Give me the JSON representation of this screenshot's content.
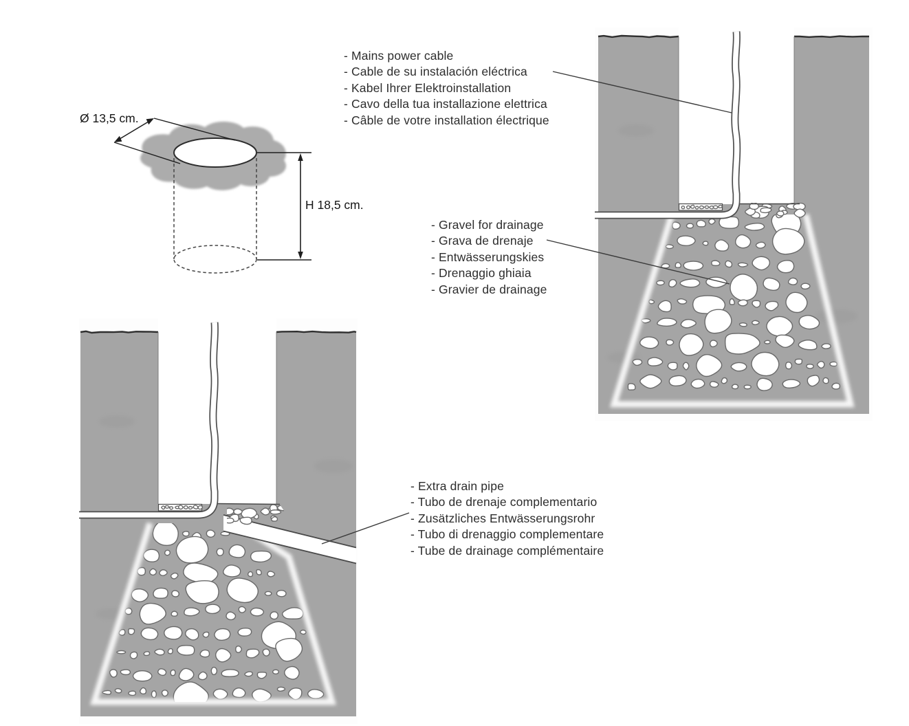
{
  "dimensions": {
    "diameter": "Ø 13,5 cm.",
    "height": "H 18,5 cm."
  },
  "labels": {
    "cable": [
      "- Mains power cable",
      "- Cable de su instalación eléctrica",
      "- Kabel Ihrer Elektroinstallation",
      "- Cavo della tua installazione elettrica",
      "- Câble de votre installation électrique"
    ],
    "gravel": [
      "- Gravel for drainage",
      "- Grava de drenaje",
      "- Entwässerungskies",
      "- Drenaggio ghiaia",
      "- Gravier de drainage"
    ],
    "drain": [
      "- Extra drain pipe",
      "- Tubo de drenaje complementario",
      "- Zusätzliches Entwässerungsrohr",
      "- Tubo di drenaggio complementare",
      "- Tube de drainage complémentaire"
    ]
  },
  "colors": {
    "soil": "#a5a5a5",
    "soil_edge": "#2f2f2f",
    "stone_outline": "#6a6a6a",
    "cable": "#4d4d4d",
    "leader_line": "#3a3a3a",
    "text": "#2d2d2d",
    "dimension_text": "#151515",
    "ground_blob": "#acacac",
    "figure_bg": "#fdfdfd"
  }
}
